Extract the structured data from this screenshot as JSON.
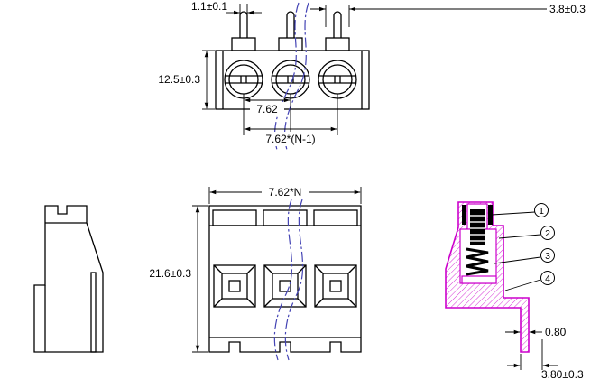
{
  "colors": {
    "outline": "#000000",
    "section": "#cc00cc",
    "break_line": "#4343b4",
    "background": "#ffffff"
  },
  "top_view": {
    "slot_width": "1.1±0.1",
    "tab_width": "3.8±0.3",
    "body_height": "12.5±0.3",
    "pitch": "7.62",
    "pitch_span": "7.62*(N-1)"
  },
  "front_view": {
    "total_width": "7.62*N",
    "total_height": "21.6±0.3"
  },
  "section_view": {
    "callouts": [
      "1",
      "2",
      "3",
      "4"
    ],
    "wall_thickness": "0.80",
    "foot_offset": "3.80±0.3"
  }
}
